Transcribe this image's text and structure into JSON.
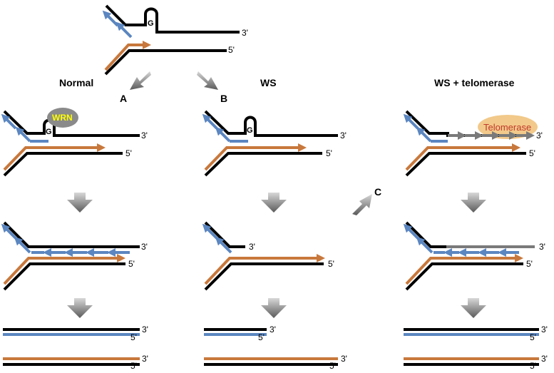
{
  "columns": {
    "normal": "Normal",
    "ws": "WS",
    "ws_telomerase": "WS + telomerase"
  },
  "pathways": {
    "a": "A",
    "b": "B",
    "c": "C"
  },
  "ends": {
    "three_prime": "3'",
    "five_prime": "5'"
  },
  "quadruplex_base": "G",
  "proteins": {
    "wrn": "WRN",
    "telomerase": "Telomerase"
  },
  "colors": {
    "template_strand": "#000000",
    "leading_strand": "#c8783c",
    "lagging_strand": "#5b86c0",
    "telomerase_extension": "#808080",
    "wrn_fill": "#8a8a8a",
    "wrn_text": "#ffff00",
    "telomerase_fill": "#f2c98a",
    "telomerase_text": "#c0392b"
  }
}
